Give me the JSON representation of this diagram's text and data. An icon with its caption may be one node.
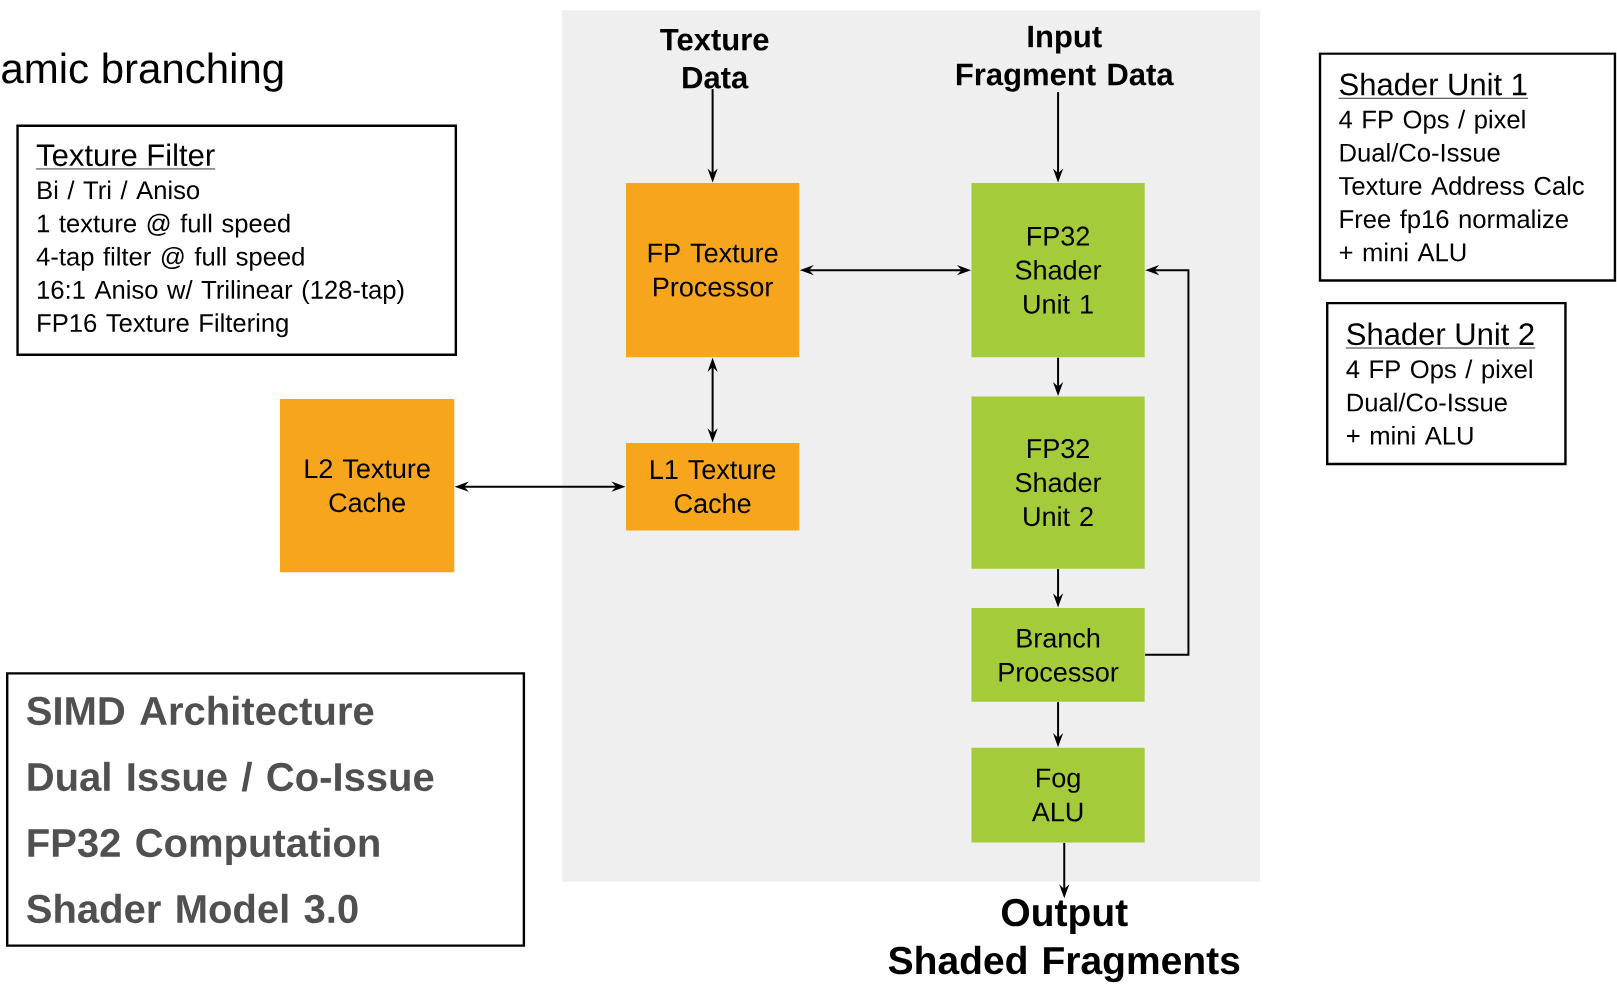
{
  "diagram": {
    "nodes": [
      {
        "text": [],
        "shape": "box"
      },
      {
        "text": [
          "Texture Data"
        ],
        "in": 0
      },
      {
        "text": [
          "Input Fragment Data"
        ],
        "in": 0
      },
      {
        "text": [
          "FP Texture Processor"
        ],
        "in": 0
      },
      {
        "text": [
          "FP32 Shader Unit 1"
        ],
        "in": 0
      },
      {
        "text": [
          "L1 Texture Cache"
        ],
        "in": 0
      },
      {
        "text": [
          "L2 Texture Cache"
        ]
      },
      {
        "text": [
          "FP32 Shader Unit 2"
        ],
        "in": 0
      },
      {
        "text": [
          "Branch Processor"
        ],
        "in": 0
      },
      {
        "text": [
          "Fog ALU"
        ],
        "in": 0
      },
      {
        "text": [
          "Output",
          "Shaded Fragments"
        ]
      },
      {
        "text": [
          "Texture Filter",
          "Bi / Tri / Aniso",
          "1 texture @ full speed",
          "4-tap filter @ full speed",
          "16:1 Aniso w/ Trilinear (128-tap)",
          "FP16 Texture Filtering"
        ]
      },
      {
        "text": [
          "SIMD Architecture",
          "Dual Issue / Co-Issue",
          "FP32 Computation",
          "Shader Model 3.0"
        ]
      },
      {
        "text": [
          "Shader Unit 1",
          "4 FP Ops / pixel",
          "Dual/Co-Issue",
          "Texture Address Calc",
          "Free fp16 normalize",
          "+ mini ALU"
        ]
      },
      {
        "text": [
          "Shader Unit 2",
          "4 FP Ops / pixel",
          "Dual/Co-Issue",
          "+ mini ALU"
        ]
      }
    ],
    "edges": [
      {
        "from": 1,
        "to": 3,
        "arrow": "to"
      },
      {
        "from": 2,
        "to": 4,
        "arrow": "to"
      },
      {
        "from": 3,
        "to": 4,
        "arrow": "both"
      },
      {
        "from": 3,
        "to": 5,
        "arrow": "both"
      },
      {
        "from": 6,
        "to": 5,
        "arrow": "both"
      },
      {
        "from": 4,
        "to": 7,
        "arrow": "to"
      },
      {
        "from": 7,
        "to": 8,
        "arrow": "to"
      },
      {
        "from": 8,
        "to": 9,
        "arrow": "to"
      },
      {
        "from": 9,
        "to": 10,
        "arrow": "to"
      },
      {
        "from": 8,
        "to": 4,
        "arrow": "to"
      }
    ],
    "labels": [
      "amic branching"
    ]
  }
}
